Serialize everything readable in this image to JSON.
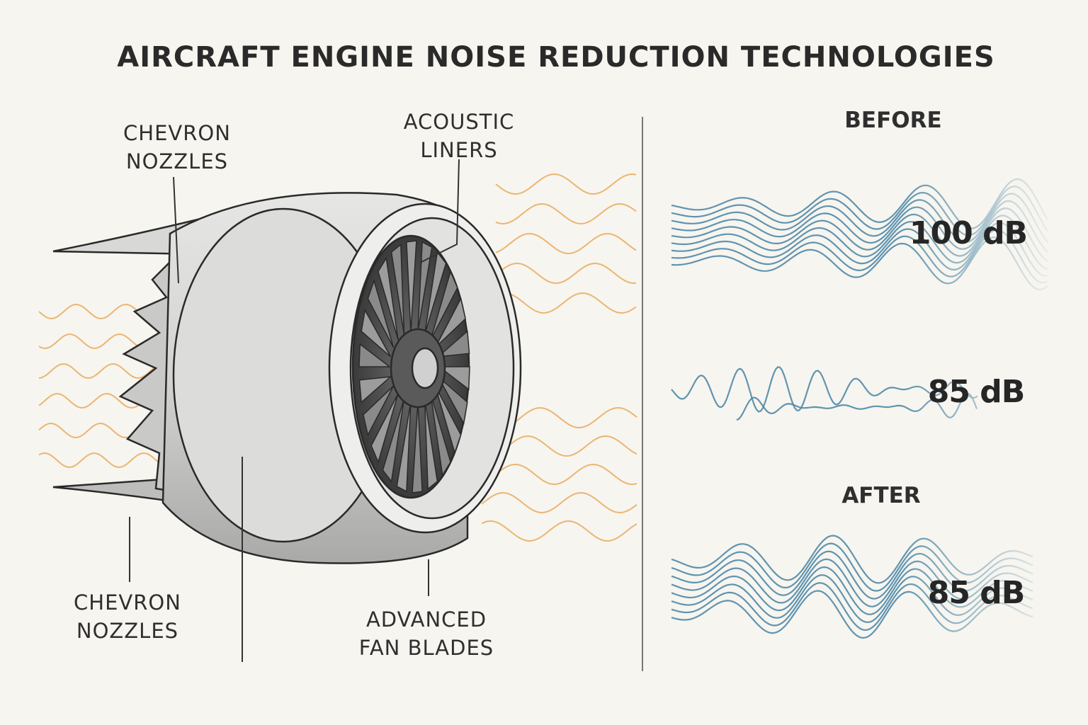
{
  "title": "AIRCRAFT ENGINE NOISE REDUCTION TECHNOLOGIES",
  "labels": {
    "chevron_top": [
      "CHEVRON",
      "NOZZLES"
    ],
    "acoustic": [
      "ACOUSTIC",
      "LINERS"
    ],
    "chevron_bottom": [
      "CHEVRON",
      "NOZZLES"
    ],
    "fan": [
      "ADVANCED",
      "FAN BLADES"
    ]
  },
  "comparison": {
    "before_label": "BEFORE",
    "before_db": "100 dB",
    "middle_db": "85 dB",
    "after_label": "AFTER",
    "after_db": "85 dB"
  },
  "colors": {
    "background": "#f7f5ef",
    "noise_wave": "#e8a552",
    "sound_wave": "#4f89a8",
    "ink": "#2b2b2b"
  }
}
